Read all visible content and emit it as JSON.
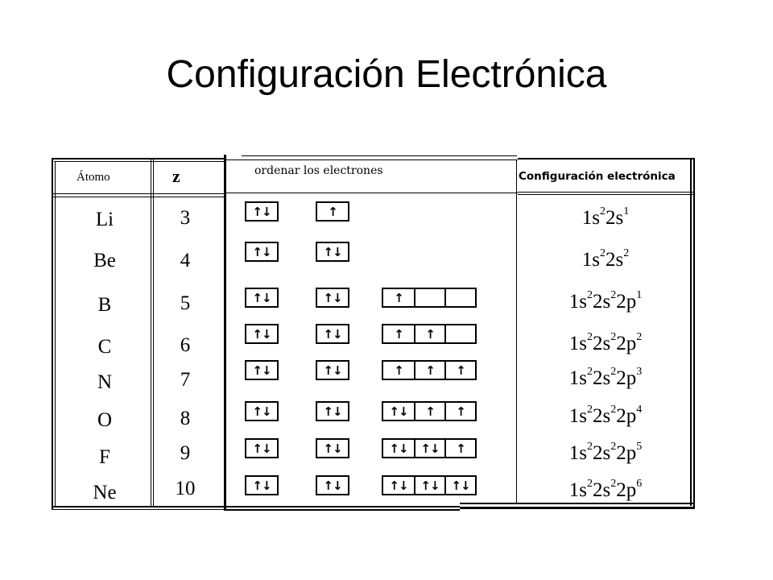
{
  "title": "Configuración Electrónica",
  "headers": {
    "atomo": "Átomo",
    "z": "z",
    "order": "ordenar los electrones",
    "config": "Configuración electrónica"
  },
  "arrows": {
    "pair": "↑↓",
    "up": "↑",
    "empty": ""
  },
  "rows": [
    {
      "symbol": "Li",
      "z": "3",
      "s1": "pair",
      "s2": "up",
      "p": null,
      "config": [
        [
          "1s",
          "2"
        ],
        [
          "2s",
          "1"
        ]
      ]
    },
    {
      "symbol": "Be",
      "z": "4",
      "s1": "pair",
      "s2": "pair",
      "p": null,
      "config": [
        [
          "1s",
          "2"
        ],
        [
          "2s",
          "2"
        ]
      ]
    },
    {
      "symbol": "B",
      "z": "5",
      "s1": "pair",
      "s2": "pair",
      "p": [
        "up",
        "empty",
        "empty"
      ],
      "config": [
        [
          "1s",
          "2"
        ],
        [
          "2s",
          "2"
        ],
        [
          "2p",
          "1"
        ]
      ]
    },
    {
      "symbol": "C",
      "z": "6",
      "s1": "pair",
      "s2": "pair",
      "p": [
        "up",
        "up",
        "empty"
      ],
      "config": [
        [
          "1s",
          "2"
        ],
        [
          "2s",
          "2"
        ],
        [
          "2p",
          "2"
        ]
      ]
    },
    {
      "symbol": "N",
      "z": "7",
      "s1": "pair",
      "s2": "pair",
      "p": [
        "up",
        "up",
        "up"
      ],
      "config": [
        [
          "1s",
          "2"
        ],
        [
          "2s",
          "2"
        ],
        [
          "2p",
          "3"
        ]
      ]
    },
    {
      "symbol": "O",
      "z": "8",
      "s1": "pair",
      "s2": "pair",
      "p": [
        "pair",
        "up",
        "up"
      ],
      "config": [
        [
          "1s",
          "2"
        ],
        [
          "2s",
          "2"
        ],
        [
          "2p",
          "4"
        ]
      ]
    },
    {
      "symbol": "F",
      "z": "9",
      "s1": "pair",
      "s2": "pair",
      "p": [
        "pair",
        "pair",
        "up"
      ],
      "config": [
        [
          "1s",
          "2"
        ],
        [
          "2s",
          "2"
        ],
        [
          "2p",
          "5"
        ]
      ]
    },
    {
      "symbol": "Ne",
      "z": "10",
      "s1": "pair",
      "s2": "pair",
      "p": [
        "pair",
        "pair",
        "pair"
      ],
      "config": [
        [
          "1s",
          "2"
        ],
        [
          "2s",
          "2"
        ],
        [
          "2p",
          "6"
        ]
      ]
    }
  ]
}
